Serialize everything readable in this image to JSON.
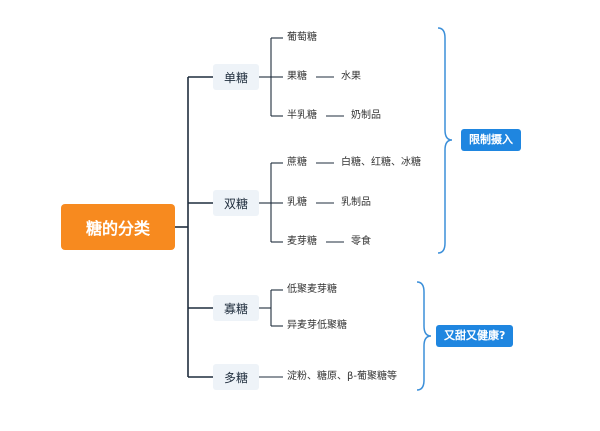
{
  "root": {
    "label": "糖的分类"
  },
  "categories": [
    {
      "label": "单糖",
      "items": [
        {
          "label": "葡萄糖"
        },
        {
          "label": "果糖",
          "sub": "水果"
        },
        {
          "label": "半乳糖",
          "sub": "奶制品"
        }
      ]
    },
    {
      "label": "双糖",
      "items": [
        {
          "label": "蔗糖",
          "sub": "白糖、红糖、冰糖"
        },
        {
          "label": "乳糖",
          "sub": "乳制品"
        },
        {
          "label": "麦芽糖",
          "sub": "零食"
        }
      ]
    },
    {
      "label": "寡糖",
      "items": [
        {
          "label": "低聚麦芽糖"
        },
        {
          "label": "异麦芽低聚糖"
        }
      ]
    },
    {
      "label": "多糖",
      "items": [
        {
          "label": "淀粉、糖原、β-葡聚糖等"
        }
      ]
    }
  ],
  "groups": [
    {
      "label": "限制摄入"
    },
    {
      "label": "又甜又健康?"
    }
  ],
  "colors": {
    "root": "#f78a1f",
    "tag": "#1f86e0",
    "line": "#1f2d3d",
    "bracket": "#3b8fd9"
  }
}
